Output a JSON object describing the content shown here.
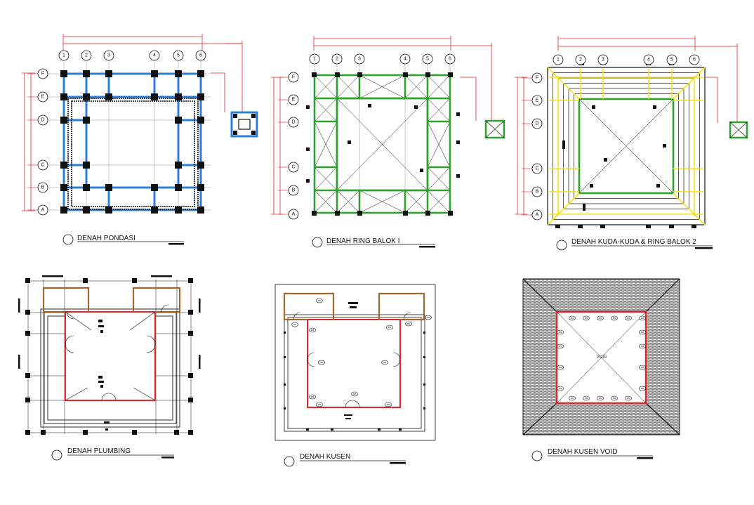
{
  "sheet": {
    "drawings": [
      {
        "id": "pondasi",
        "title": "DENAH PONDASI"
      },
      {
        "id": "ringbalok",
        "title": "DENAH RING BALOK I"
      },
      {
        "id": "kudakuda",
        "title": "DENAH KUDA-KUDA & RING BALOK 2"
      },
      {
        "id": "plumbing",
        "title": "DENAH PLUMBING"
      },
      {
        "id": "kusen",
        "title": "DENAH KUSEN"
      },
      {
        "id": "void",
        "title": "DENAH KUSEN VOID"
      }
    ],
    "grid_cols": [
      "1",
      "2",
      "3",
      "4",
      "5",
      "6"
    ],
    "grid_rows": [
      "F",
      "E",
      "D",
      "C",
      "B",
      "A"
    ],
    "void_label": "VOID",
    "colors": {
      "dimension": "#e0242a",
      "foundation": "#2b7fd6",
      "ring_beam": "#2fa12f",
      "truss": "#f2e21c",
      "wall_red": "#e0242a",
      "wood": "#a0672e",
      "ink": "#111111"
    }
  }
}
